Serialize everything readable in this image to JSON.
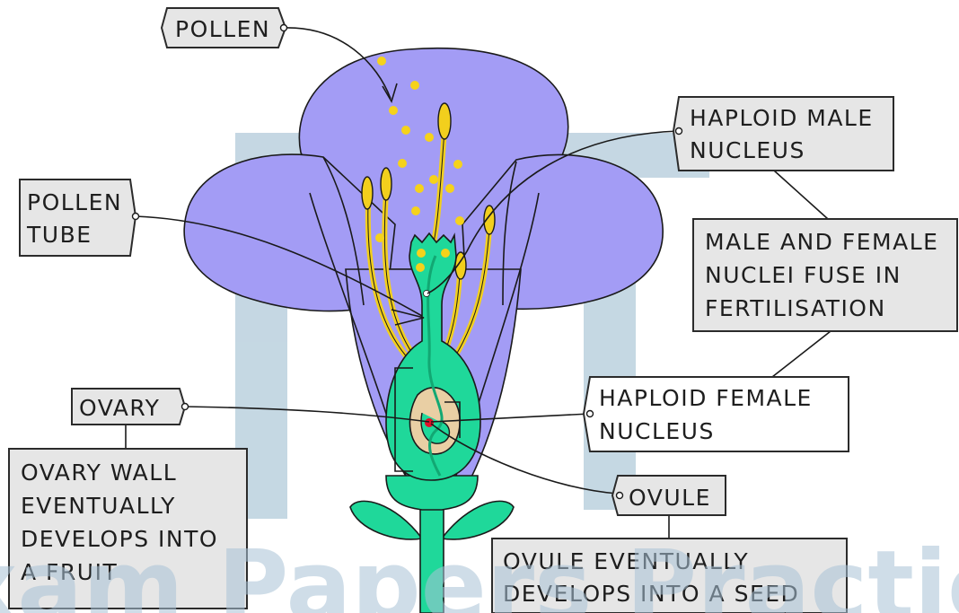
{
  "labels": {
    "pollen": "POLLEN",
    "pollen_tube": [
      "POLLEN",
      "TUBE"
    ],
    "haploid_male": [
      "HAPLOID  MALE",
      "NUCLEUS"
    ],
    "fuse_note": [
      "MALE  AND FEMALE",
      "NUCLEI  FUSE  IN",
      "FERTILISATION"
    ],
    "haploid_female": [
      "HAPLOID  FEMALE",
      "NUCLEUS"
    ],
    "ovary": "OVARY",
    "ovary_note": [
      "OVARY  WALL",
      "EVENTUALLY",
      "DEVELOPS  INTO",
      "A  FRUIT"
    ],
    "ovule": "OVULE",
    "ovule_note": [
      "OVULE  EVENTUALLY",
      "DEVELOPS  INTO  A  SEED"
    ]
  },
  "watermark": "Exam Papers Practice",
  "colors": {
    "petal": "#a39cf5",
    "petal_inner": "#9b92ee",
    "stamen": "#f2cf1d",
    "pollen": "#f5d21b",
    "carpel": "#1fd89a",
    "ovule": "#e9cfa4",
    "male_nucleus": "#ffffff",
    "female_nucleus": "#e0102a",
    "label_box": "#e6e6e6",
    "watermark": "#a9c3d6"
  }
}
